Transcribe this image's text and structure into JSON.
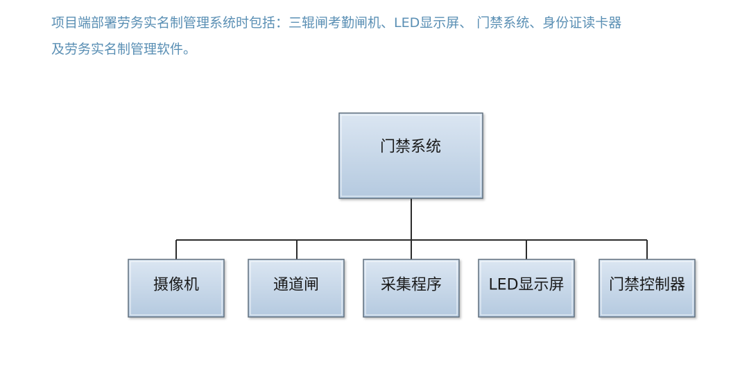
{
  "intro": {
    "line1": "项目端部署劳务实名制管理系统时包括：三辊闸考勤闸机、LED显示屏、 门禁系统、身份证读卡器",
    "line2": "及劳务实名制管理软件。"
  },
  "diagram": {
    "root": {
      "label": "门禁系统"
    },
    "children": [
      {
        "label": "摄像机"
      },
      {
        "label": "通道闸"
      },
      {
        "label": "采集程序"
      },
      {
        "label": "LED显示屏"
      },
      {
        "label": "门禁控制器"
      }
    ],
    "colors": {
      "box_fill_top": "#dbe6f2",
      "box_fill_bottom": "#b4c9df",
      "box_border": "#5f6e7d",
      "connector": "#2b2b2b",
      "intro_text": "#5a8fb4"
    }
  }
}
